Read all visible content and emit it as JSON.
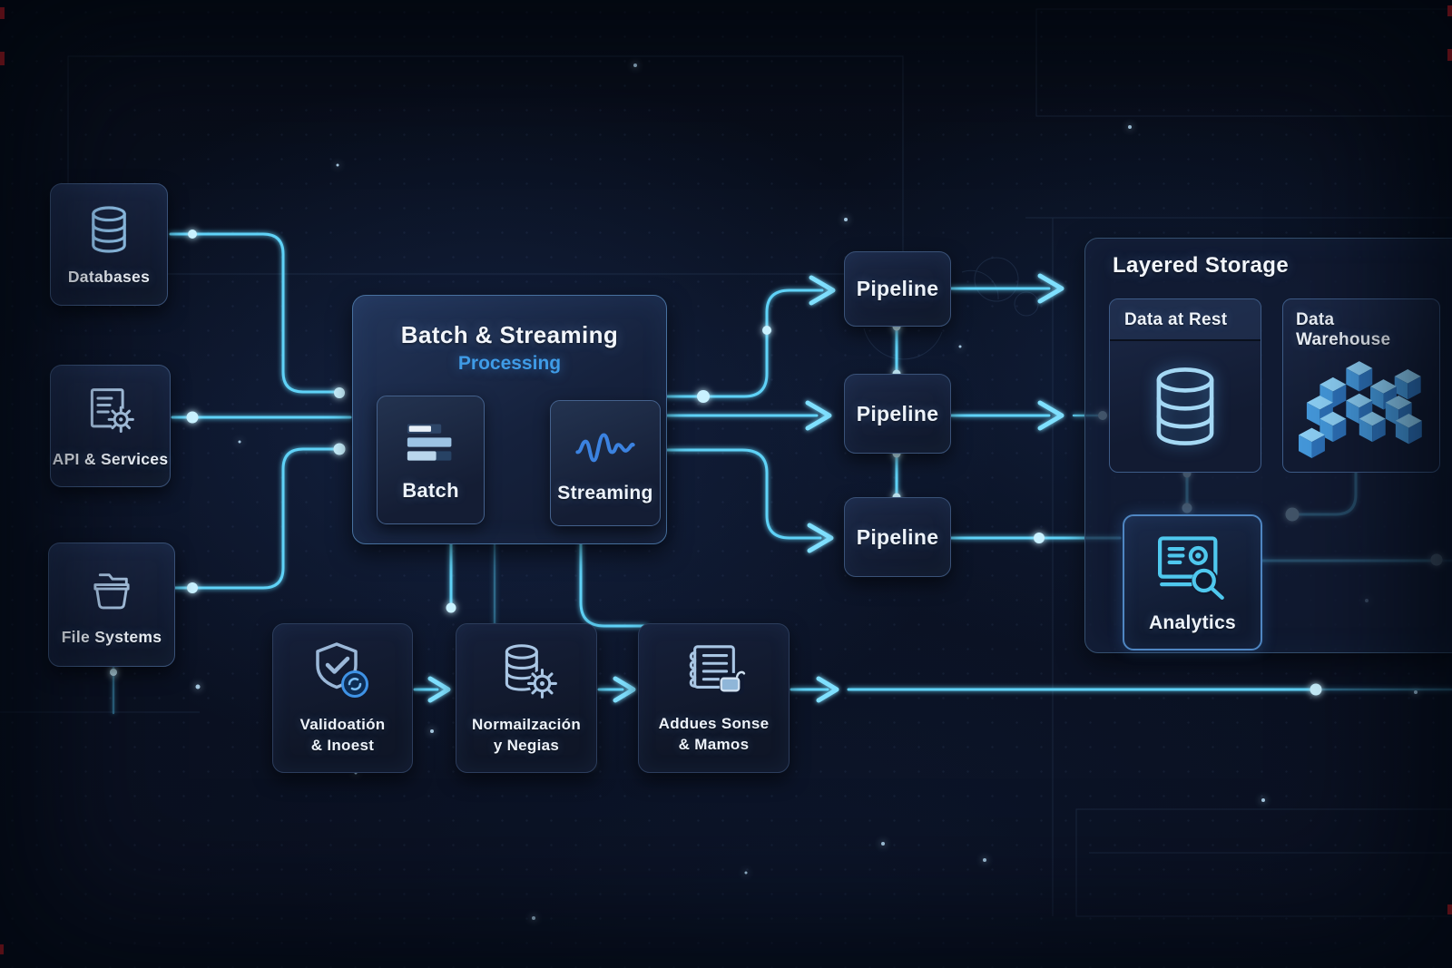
{
  "diagram": {
    "sources": [
      {
        "label": "Databases",
        "icon": "database-icon"
      },
      {
        "label": "API & Services",
        "icon": "api-services-icon"
      },
      {
        "label": "File Systems",
        "icon": "file-systems-icon"
      }
    ],
    "processing": {
      "title": "Batch & Streaming",
      "subtitle": "Processing",
      "batch": {
        "label": "Batch",
        "icon": "batch-bars-icon"
      },
      "streaming": {
        "label": "Streaming",
        "icon": "streaming-wave-icon"
      }
    },
    "pipelines": [
      {
        "label": "Pipeline"
      },
      {
        "label": "Pipeline"
      },
      {
        "label": "Pipeline"
      }
    ],
    "storage": {
      "title": "Layered Storage",
      "tiers": [
        {
          "label": "Data at Rest",
          "icon": "database-icon"
        },
        {
          "label": "Data Warehouse",
          "icon": "warehouse-cubes-icon"
        }
      ],
      "analytics": {
        "label": "Analytics",
        "icon": "analytics-monitor-icon"
      }
    },
    "quality_steps": [
      {
        "line1": "Validoatión",
        "line2": "& Inoest",
        "icon": "shield-check-icon"
      },
      {
        "line1": "Normailzación",
        "line2": "y Negias",
        "icon": "database-gear-icon"
      },
      {
        "line1": "Addues Sonse",
        "line2": "& Mamos",
        "icon": "notes-lock-icon"
      }
    ],
    "colors": {
      "background": "#0a0f1d",
      "wire": "#5ed2f7",
      "node_glow": "#c9f1ff",
      "accent_blue": "#3f9be6",
      "box_border": "#3a5278",
      "text": "#edf3fb"
    }
  }
}
